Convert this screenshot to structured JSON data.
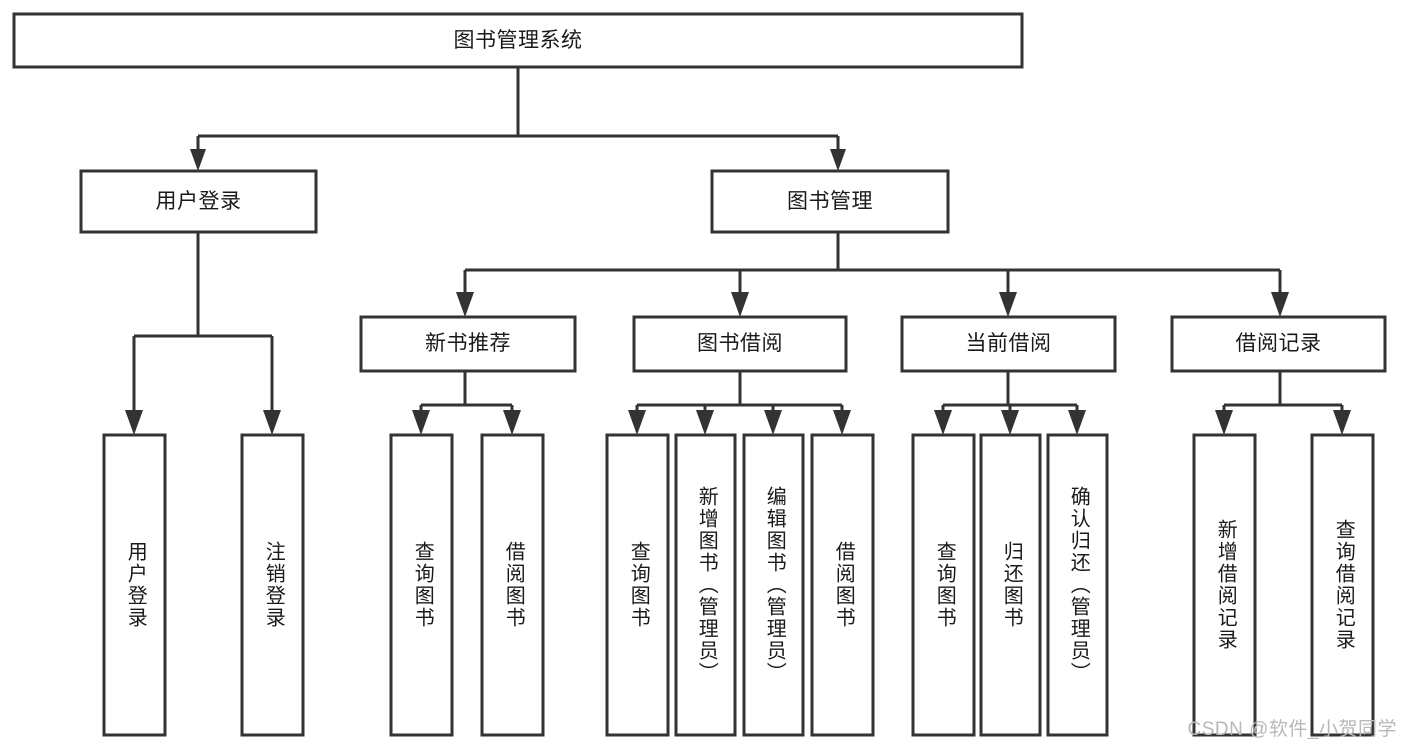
{
  "diagram": {
    "kind": "tree-hierarchy-diagram",
    "title_text": "图书管理系统",
    "colors": {
      "box_stroke": "#333333",
      "box_fill": "#ffffff",
      "connector": "#333333",
      "text": "#1a1a1a",
      "watermark": "#b8b8b8",
      "background": "#ffffff"
    },
    "root": {
      "label": "图书管理系统"
    },
    "level2": [
      {
        "label": "用户登录"
      },
      {
        "label": "图书管理"
      }
    ],
    "level3": [
      {
        "label": "新书推荐"
      },
      {
        "label": "图书借阅"
      },
      {
        "label": "当前借阅"
      },
      {
        "label": "借阅记录"
      }
    ],
    "leaves": {
      "user_login": [
        {
          "label": "用户登录"
        },
        {
          "label": "注销登录"
        }
      ],
      "new_book_recommend": [
        {
          "label": "查询图书"
        },
        {
          "label": "借阅图书"
        }
      ],
      "book_borrow": [
        {
          "label": "查询图书"
        },
        {
          "label": "新增图书（管理员）"
        },
        {
          "label": "编辑图书（管理员）"
        },
        {
          "label": "借阅图书"
        }
      ],
      "current_borrow": [
        {
          "label": "查询图书"
        },
        {
          "label": "归还图书"
        },
        {
          "label": "确认归还（管理员）"
        }
      ],
      "borrow_record": [
        {
          "label": "新增借阅记录"
        },
        {
          "label": "查询借阅记录"
        }
      ]
    },
    "watermark": "CSDN @软件_小贺同学"
  }
}
